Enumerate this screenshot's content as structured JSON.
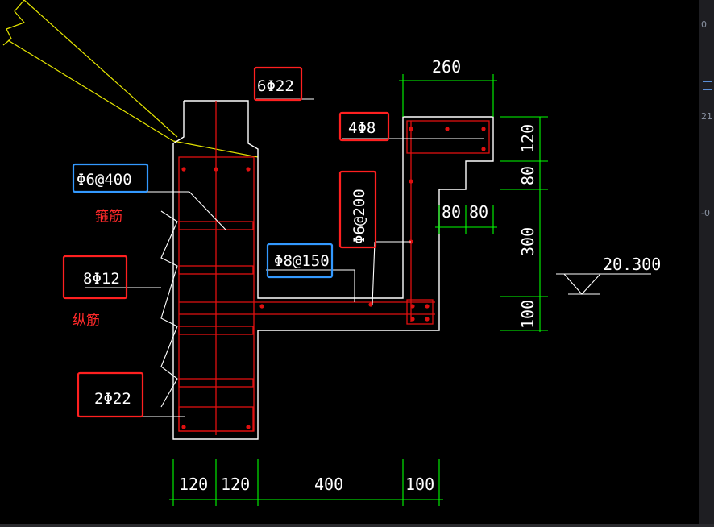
{
  "labels": {
    "main_bars": "6Φ22",
    "beam_bars": "4Φ8",
    "stirrup_spec": "Φ6@400",
    "stirrup_cn": "箍筋",
    "long_bars": "8Φ12",
    "long_cn": "纵筋",
    "bottom_bars": "2Φ22",
    "slab_bars": "Φ8@150",
    "beam_stirrup": "Φ6@200"
  },
  "dimensions": {
    "top_width": "260",
    "right_1": "120",
    "right_2": "80",
    "right_3": "300",
    "right_4": "100",
    "mid_a": "80",
    "mid_b": "80",
    "bottom_1": "120",
    "bottom_2": "120",
    "bottom_3": "400",
    "bottom_4": "100",
    "elevation": "20.300"
  },
  "side_panel": {
    "t1": "0",
    "t2": "21",
    "t3": "-0"
  },
  "colors": {
    "outline": "#ffffff",
    "rebar": "#e01010",
    "dimension": "#00ff00",
    "hatch_line": "#e6e600",
    "red_box": "#ff2020",
    "blue_box": "#3399ff"
  }
}
